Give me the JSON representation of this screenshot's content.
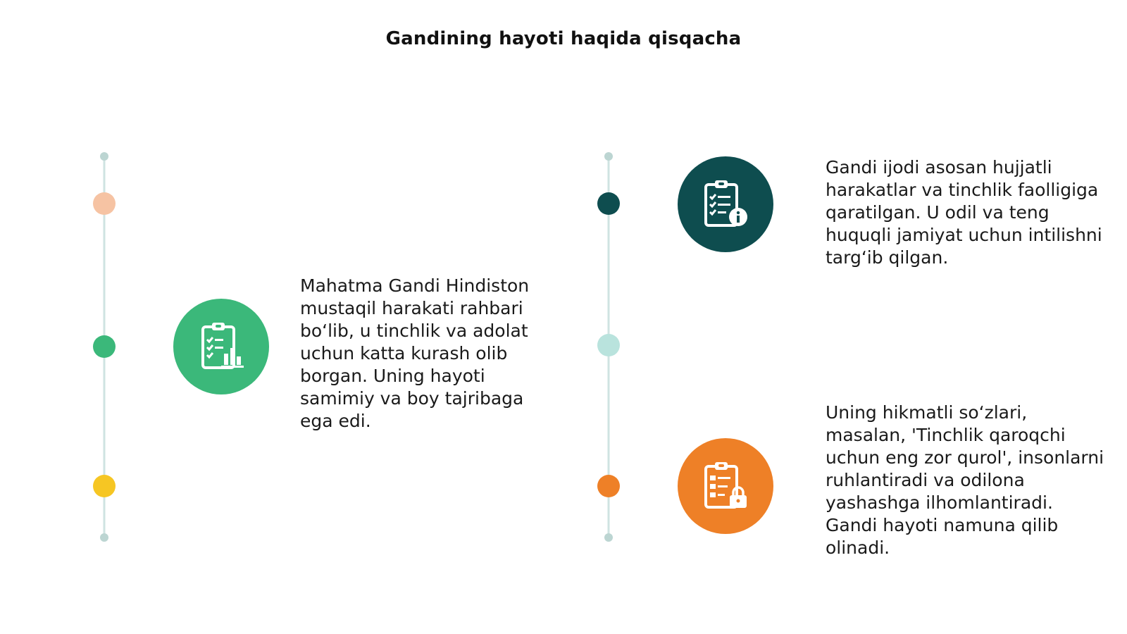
{
  "page": {
    "title": "Gandining hayoti haqida qisqacha"
  },
  "colors": {
    "line": "#cfe3e1",
    "peach": "#f6c3a3",
    "green": "#3bb87a",
    "yellow": "#f6c623",
    "teal_dark": "#0e4d4f",
    "teal_light": "#b9e3dd",
    "orange": "#ee8027",
    "end_dot": "#bcd5d2"
  },
  "entries": [
    {
      "icon": "clipboard-chart-icon",
      "color": "#3bb87a",
      "text": "Mahatma Gandi Hindiston mustaqil harakati rahbari bo‘lib, u tinchlik va adolat uchun katta kurash olib borgan. Uning hayoti samimiy va boy tajribaga ega edi."
    },
    {
      "icon": "clipboard-info-icon",
      "color": "#0e4d4f",
      "text": "Gandi ijodi asosan hujjatli harakatlar va tinchlik faolligiga qaratilgan. U odil va teng huquqli jamiyat uchun intilishni targ‘ib qilgan."
    },
    {
      "icon": "clipboard-lock-icon",
      "color": "#ee8027",
      "text": "Uning hikmatli so‘zlari, masalan, 'Tinchlik qaroqchi uchun eng zor qurol', insonlarni ruhlantiradi va odilona yashashga ilhomlantiradi. Gandi hayoti namuna qilib olinadi."
    }
  ]
}
